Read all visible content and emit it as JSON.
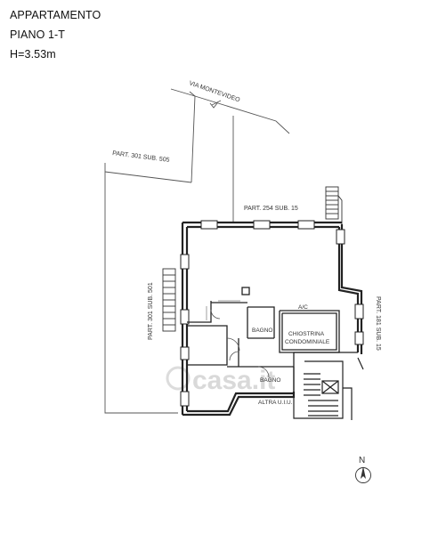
{
  "header": {
    "line1": "APPARTAMENTO",
    "line2": "PIANO 1-T",
    "line3": "H=3.53m"
  },
  "labels": {
    "street": "VIA MONTEVIDEO",
    "part_301_505": "PART. 301 SUB. 505",
    "part_254_15": "PART. 254 SUB. 15",
    "part_301_501": "PART. 301 SUB. 501",
    "part_181_15": "PART. 181 SUB. 15",
    "bagno_1": "BAGNO",
    "bagno_2": "BAGNO",
    "chiostrina_1": "CHIOSTRINA",
    "chiostrina_2": "CONDOMINIALE",
    "ac": "A/C",
    "altra_uiu": "ALTRA U.I.U."
  },
  "compass": {
    "label": "N"
  },
  "watermark": "casa.it",
  "colors": {
    "line": "#333333",
    "thin": "#666666",
    "watermark": "#d9d9d9"
  }
}
